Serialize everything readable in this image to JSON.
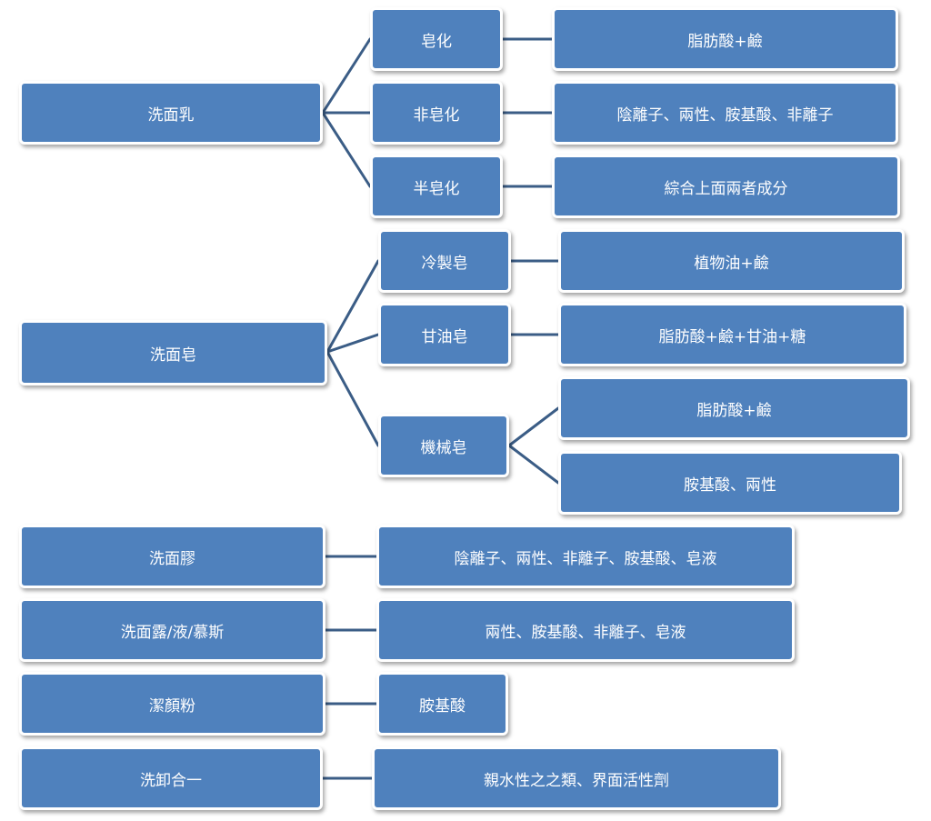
{
  "colors": {
    "box_fill": "#4f81bd",
    "box_border": "#ffffff",
    "connector": "#3b5d86",
    "text": "#ffffff"
  },
  "groups": [
    {
      "label": "洗面乳",
      "children": [
        {
          "label": "皂化",
          "details": [
            "脂肪酸+鹼"
          ]
        },
        {
          "label": "非皂化",
          "details": [
            "陰離子、兩性、胺基酸、非離子"
          ]
        },
        {
          "label": "半皂化",
          "details": [
            "綜合上面兩者成分"
          ]
        }
      ]
    },
    {
      "label": "洗面皂",
      "children": [
        {
          "label": "冷製皂",
          "details": [
            "植物油+鹼"
          ]
        },
        {
          "label": "甘油皂",
          "details": [
            "脂肪酸+鹼+甘油+糖"
          ]
        },
        {
          "label": "機械皂",
          "details": [
            "脂肪酸+鹼",
            "胺基酸、兩性"
          ]
        }
      ]
    }
  ],
  "simple_rows": [
    {
      "label": "洗面膠",
      "detail": "陰離子、兩性、非離子、胺基酸、皂液"
    },
    {
      "label": "洗面露/液/慕斯",
      "detail": "兩性、胺基酸、非離子、皂液"
    },
    {
      "label": "潔顏粉",
      "detail": "胺基酸"
    },
    {
      "label": "洗卸合一",
      "detail": "親水性之之類、界面活性劑"
    }
  ]
}
